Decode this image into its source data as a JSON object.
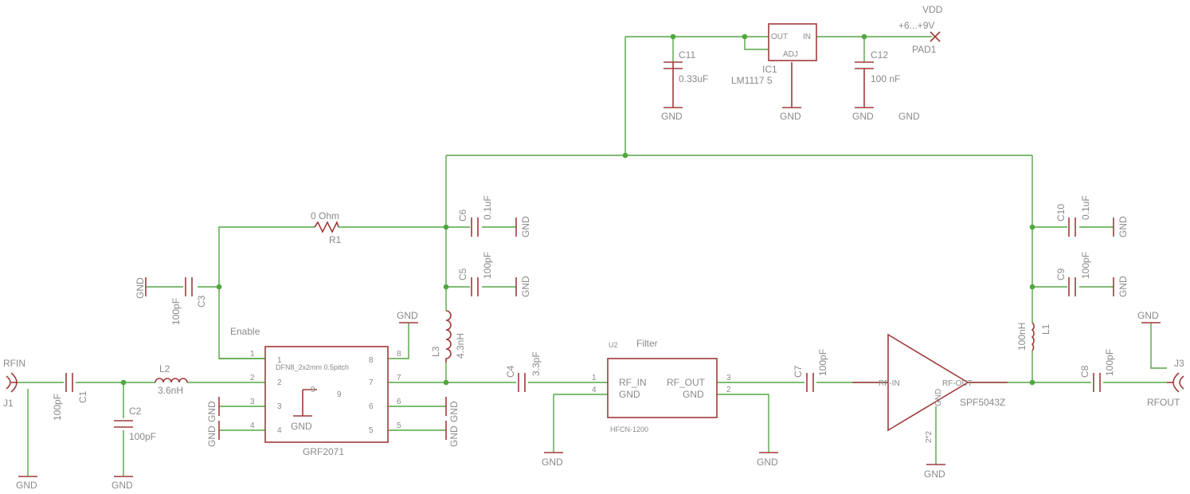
{
  "supply": {
    "vdd": "VDD",
    "range": "+6...+9V",
    "pad": "PAD1"
  },
  "regulator": {
    "ref": "IC1",
    "value": "LM1117 5",
    "pin_out": "OUT",
    "pin_in": "IN",
    "pin_adj": "ADJ"
  },
  "caps": {
    "c1": {
      "ref": "C1",
      "value": "100pF"
    },
    "c2": {
      "ref": "C2",
      "value": "100pF"
    },
    "c3": {
      "ref": "C3",
      "value": "100pF"
    },
    "c4": {
      "ref": "C4",
      "value": "3.3pF"
    },
    "c5": {
      "ref": "C5",
      "value": "100pF"
    },
    "c6": {
      "ref": "C6",
      "value": "0.1uF"
    },
    "c7": {
      "ref": "C7",
      "value": "100pF"
    },
    "c8": {
      "ref": "C8",
      "value": "100pF"
    },
    "c9": {
      "ref": "C9",
      "value": "100pF"
    },
    "c10": {
      "ref": "C10",
      "value": "0.1uF"
    },
    "c11": {
      "ref": "C11",
      "value": "0.33uF"
    },
    "c12": {
      "ref": "C12",
      "value": "100 nF"
    }
  },
  "inductors": {
    "l1": {
      "ref": "L1",
      "value": "100nH"
    },
    "l2": {
      "ref": "L2",
      "value": "3.6nH"
    },
    "l3": {
      "ref": "L3",
      "value": "4.3nH"
    }
  },
  "resistor": {
    "ref": "R1",
    "value": "0 Ohm"
  },
  "switch_ic": {
    "name": "GRF2071",
    "package": "DFN8_2x2mm 0.5pitch",
    "enable": "Enable",
    "pins": [
      "1",
      "2",
      "3",
      "4",
      "5",
      "6",
      "7",
      "8",
      "9",
      "9"
    ]
  },
  "filter": {
    "ref": "U2",
    "title": "Filter",
    "part": "HFCN-1200",
    "rf_in": "RF_IN",
    "rf_out": "RF_OUT",
    "gnd_l": "GND",
    "gnd_r": "GND",
    "pins": [
      "1",
      "4",
      "3",
      "2"
    ]
  },
  "amp": {
    "name": "SPF5043Z",
    "rf_in": "RF-IN",
    "rf_out": "RF-OUT",
    "gnd": "GND",
    "gnd_pin": "2*2"
  },
  "connectors": {
    "j1": "J1",
    "j1_net": "RFIN",
    "j3": "J3",
    "j3_net": "RFOUT"
  },
  "gnd": "GND"
}
